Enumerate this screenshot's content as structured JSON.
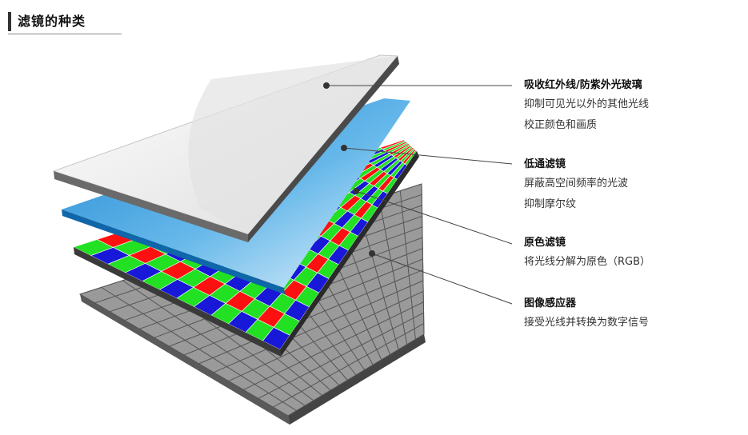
{
  "header": {
    "title": "滤镜的种类"
  },
  "layers": [
    {
      "title": "吸收红外线/防紫外光玻璃",
      "lines": [
        "抑制可见光以外的其他光线",
        "校正颜色和画质"
      ]
    },
    {
      "title": "低通滤镜",
      "lines": [
        "屏蔽高空间频率的光波",
        "抑制摩尔纹"
      ]
    },
    {
      "title": "原色滤镜",
      "lines": [
        "将光线分解为原色（RGB）"
      ]
    },
    {
      "title": "图像感应器",
      "lines": [
        "接受光线并转换为数字信号"
      ]
    }
  ],
  "colors": {
    "red": "#ff1010",
    "green": "#22e022",
    "blue": "#1818d8",
    "glass": "#ececec",
    "lowpass": "#2a95d4",
    "sensor": "#8a8a8a"
  }
}
